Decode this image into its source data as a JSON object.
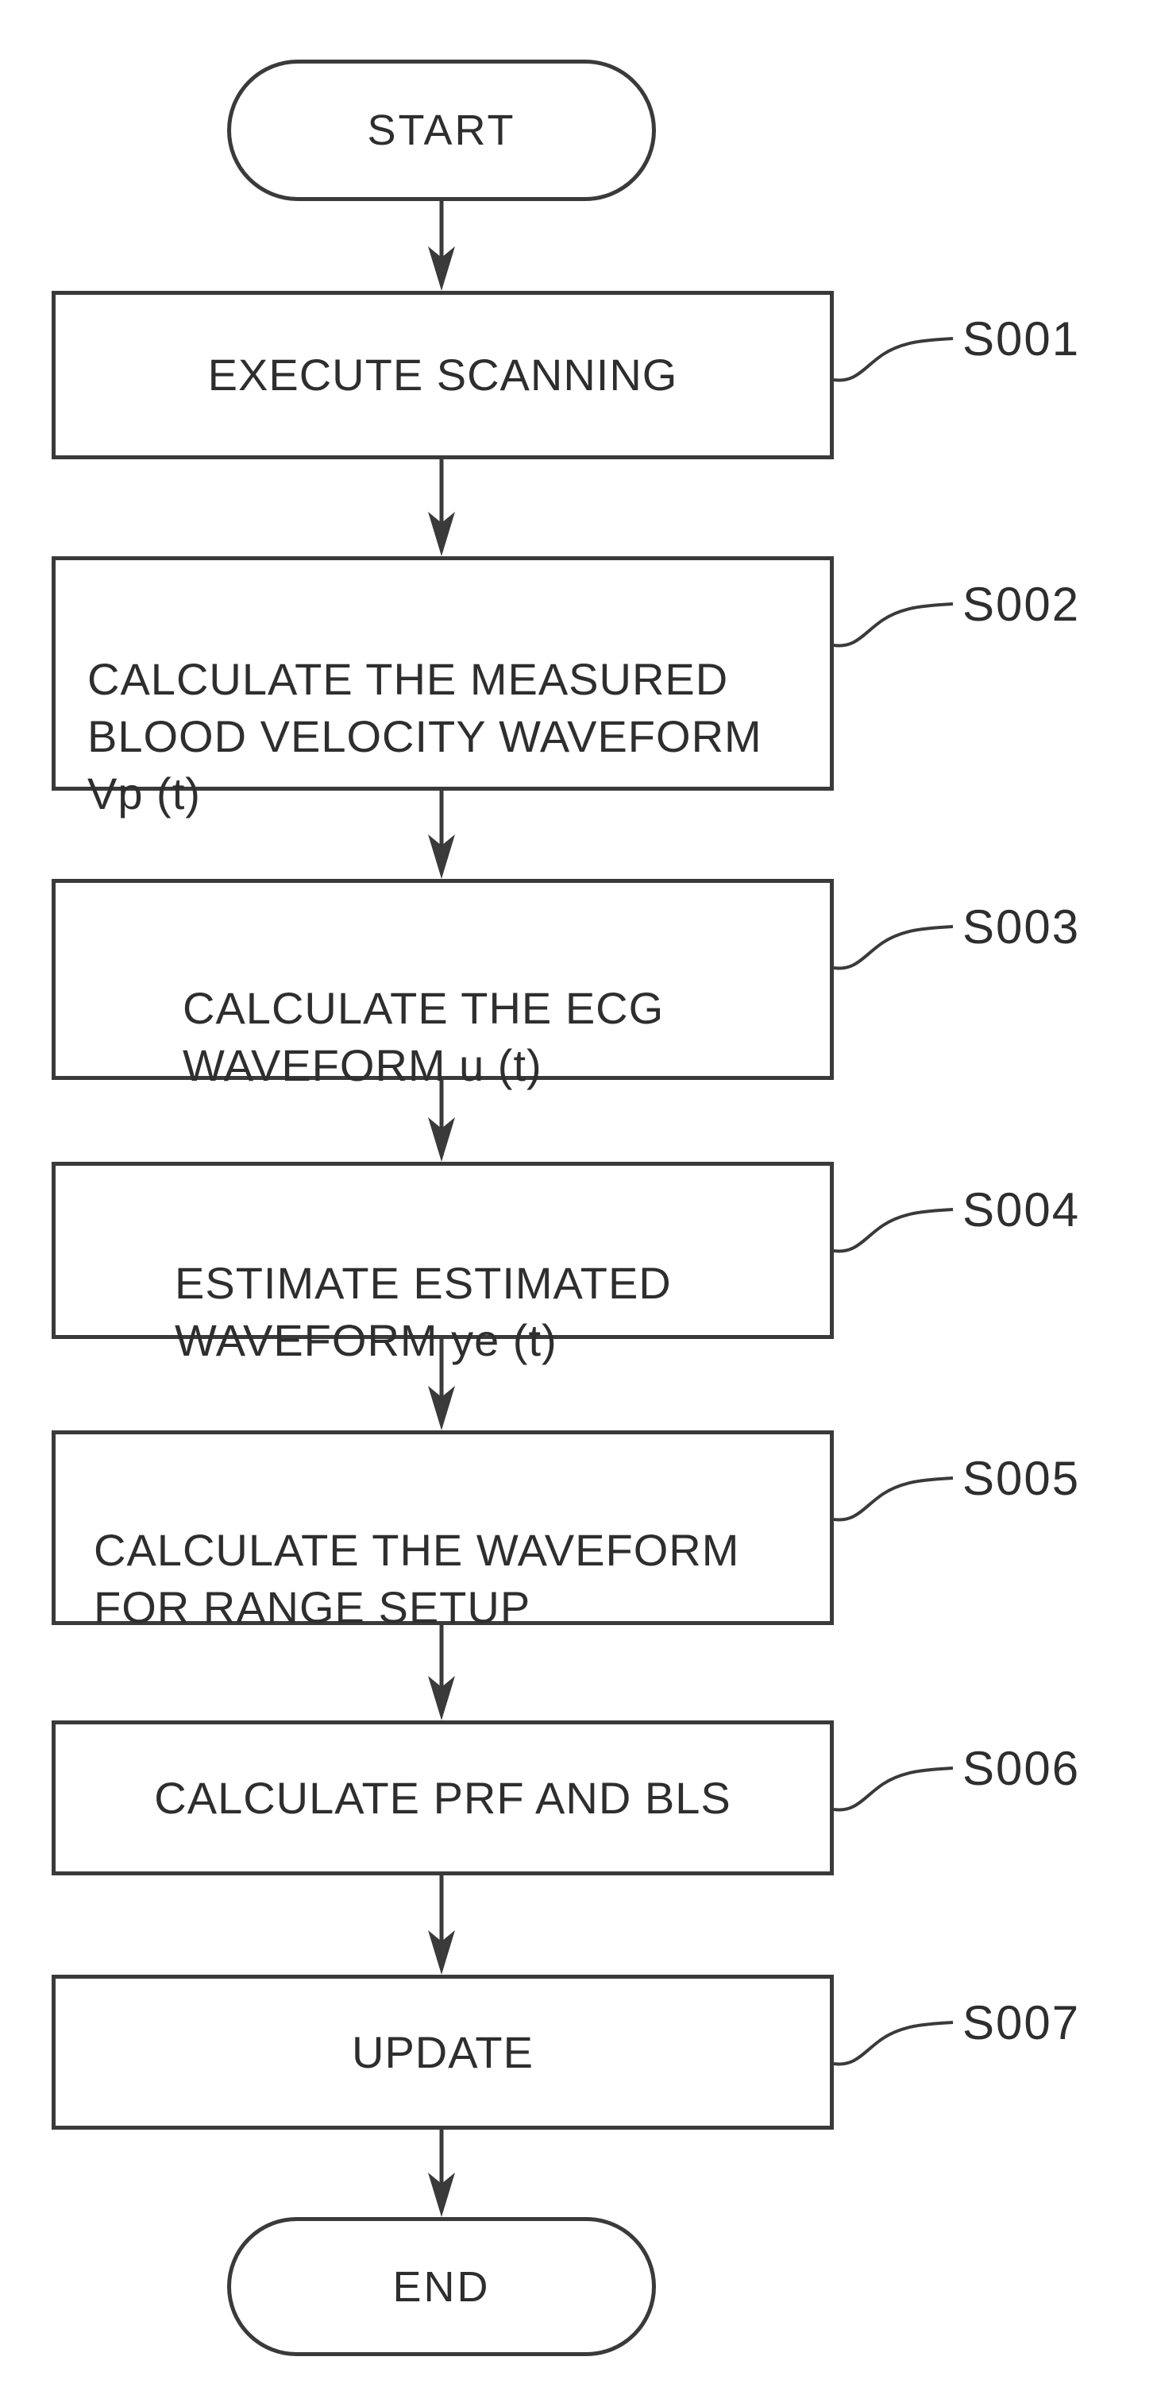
{
  "figure": {
    "type": "flowchart",
    "background": "#ffffff",
    "ink": "#3a3a3a",
    "terminals": {
      "start": "START",
      "end": "END"
    },
    "steps": [
      {
        "id": "S001",
        "label": "EXECUTE SCANNING"
      },
      {
        "id": "S002",
        "label": "CALCULATE THE MEASURED\nBLOOD VELOCITY WAVEFORM\nVp (t)"
      },
      {
        "id": "S003",
        "label": "CALCULATE THE ECG\nWAVEFORM u (t)"
      },
      {
        "id": "S004",
        "label": "ESTIMATE ESTIMATED\nWAVEFORM ye (t)"
      },
      {
        "id": "S005",
        "label": "CALCULATE THE WAVEFORM\nFOR RANGE SETUP"
      },
      {
        "id": "S006",
        "label": "CALCULATE PRF AND BLS"
      },
      {
        "id": "S007",
        "label": "UPDATE"
      }
    ]
  }
}
